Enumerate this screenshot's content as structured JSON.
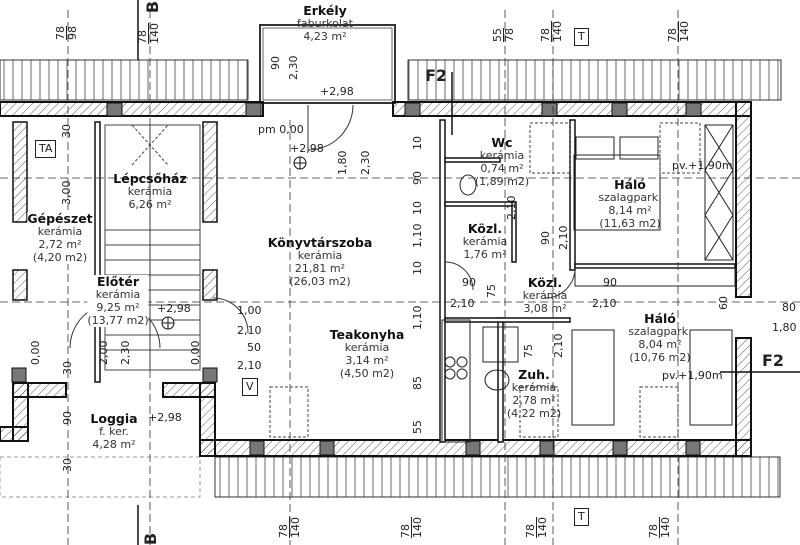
{
  "rooms": [
    {
      "name": "Erkély",
      "floor": "faburkolat",
      "area": "4,23 m²",
      "gross": ""
    },
    {
      "name": "Lépcsőház",
      "floor": "kerámia",
      "area": "6,26 m²",
      "gross": ""
    },
    {
      "name": "Gépészet",
      "floor": "kerámia",
      "area": "2,72 m²",
      "gross": "(4,20 m2)"
    },
    {
      "name": "Könyvtárszoba",
      "floor": "kerámia",
      "area": "21,81 m²",
      "gross": "(26,03 m2)"
    },
    {
      "name": "Előtér",
      "floor": "kerámia",
      "area": "9,25 m²",
      "gross": "(13,77 m2)"
    },
    {
      "name": "Loggia",
      "floor": "f. ker.",
      "area": "4,28 m²",
      "gross": ""
    },
    {
      "name": "Teakonyha",
      "floor": "kerámia",
      "area": "3,14 m²",
      "gross": "(4,50 m2)"
    },
    {
      "name": "Wc",
      "floor": "kerámia",
      "area": "0,74 m²",
      "gross": "(1,89 m2)"
    },
    {
      "name": "Közl.",
      "floor": "kerámia",
      "area": "1,76 m²",
      "gross": ""
    },
    {
      "name": "Közl.",
      "floor": "kerámia",
      "area": "3,08 m²",
      "gross": ""
    },
    {
      "name": "Zuh.",
      "floor": "kerámia",
      "area": "2,78 m²",
      "gross": "(4,22 m2)"
    },
    {
      "name": "Háló",
      "floor": "szalagpark.",
      "area": "8,14 m²",
      "gross": "(11,63 m2)"
    },
    {
      "name": "Háló",
      "floor": "szalagpark.",
      "area": "8,04 m²",
      "gross": "(10,76 m2)"
    }
  ],
  "levels": {
    "balcony": "+2,98",
    "library": "+2,98",
    "hall": "+2,98",
    "loggia": "+2,98",
    "pm": "pm 0,00",
    "pv1": "pv.+1,90m",
    "pv2": "pv.+1,90m"
  },
  "tags": {
    "ta": "TA",
    "t1": "T",
    "t2": "T",
    "v": "V"
  },
  "section_marks": {
    "f2_top": "F2",
    "f2_right": "F2",
    "b_top": "B",
    "b_bottom": "B"
  },
  "top_dims": [
    [
      "78",
      "98"
    ],
    [
      "78",
      "140"
    ],
    [
      "55",
      "78"
    ],
    [
      "78",
      "140"
    ],
    [
      "78",
      "140"
    ]
  ],
  "bottom_dims": [
    [
      "78",
      "140"
    ],
    [
      "78",
      "140"
    ],
    [
      "78",
      "140"
    ],
    [
      "78",
      "140"
    ]
  ],
  "openings": [
    "90",
    "2,30",
    "1,80",
    "2,30",
    "3,00",
    "30",
    "1,00",
    "2,10",
    "50",
    "2,10",
    "2,00",
    "2,30",
    "30",
    "90",
    "30",
    "10",
    "90",
    "10",
    "1,10",
    "10",
    "1,10",
    "85",
    "55",
    "90",
    "2,10",
    "90",
    "2,10",
    "90",
    "2,10",
    "75",
    "2,10",
    "75",
    "2,10",
    "60",
    "80",
    "1,80",
    "0,00",
    "0,00"
  ]
}
